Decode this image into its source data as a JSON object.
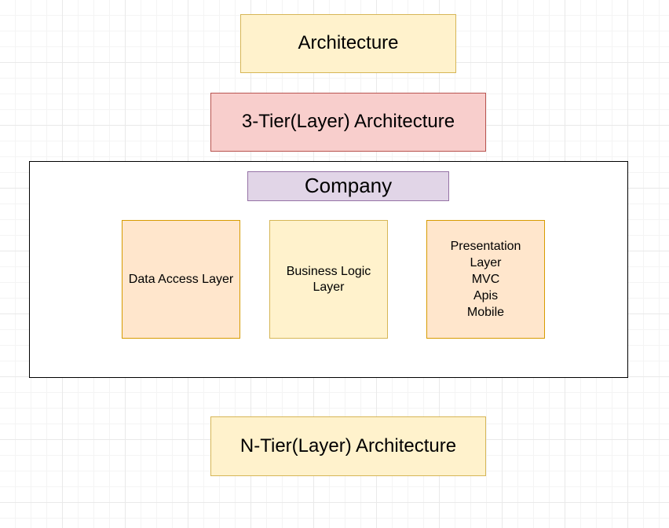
{
  "canvas": {
    "background_color": "#ffffff",
    "grid_color": "#e9e9e9"
  },
  "diagram": {
    "nodes": {
      "architecture": {
        "label": "Architecture",
        "fill": "#fff2cc",
        "stroke": "#d6b656"
      },
      "three_tier": {
        "label": "3-Tier(Layer) Architecture",
        "fill": "#f8cecc",
        "stroke": "#b85450"
      },
      "company_container": {
        "fill": "#ffffff",
        "stroke": "#000000"
      },
      "company": {
        "label": "Company",
        "fill": "#e1d5e7",
        "stroke": "#9673a6"
      },
      "data_access_layer": {
        "label": "Data Access Layer",
        "fill": "#ffe6cc",
        "stroke": "#d79b00"
      },
      "business_logic_layer": {
        "label": "Business Logic\nLayer",
        "fill": "#fff2cc",
        "stroke": "#d6b656"
      },
      "presentation_layer": {
        "label": "Presentation\nLayer\nMVC\nApis\nMobile",
        "fill": "#ffe6cc",
        "stroke": "#d79b00"
      },
      "n_tier": {
        "label": "N-Tier(Layer) Architecture",
        "fill": "#fff2cc",
        "stroke": "#d6b656"
      }
    }
  }
}
